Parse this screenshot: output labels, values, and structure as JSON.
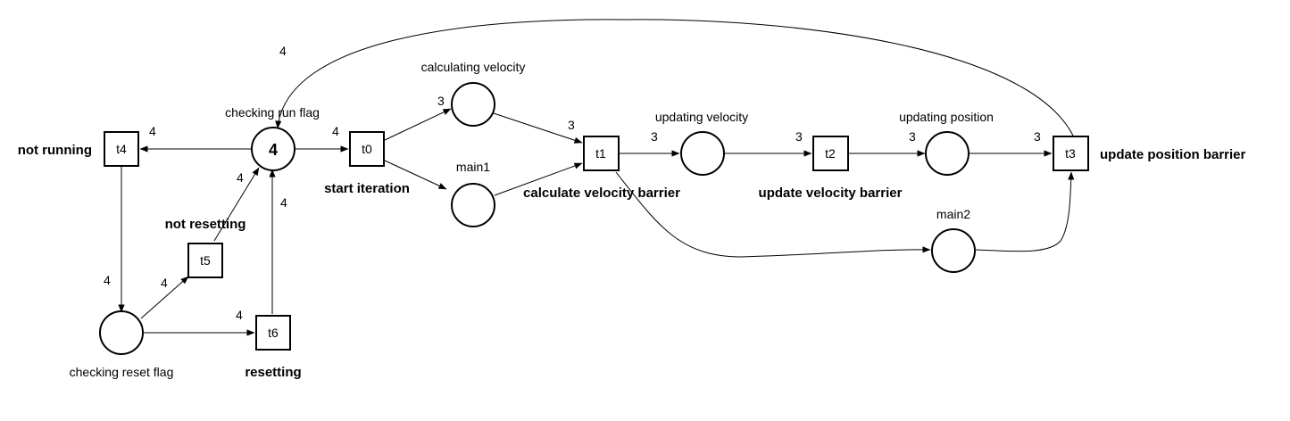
{
  "places": [
    {
      "id": "checking_run_flag",
      "label": "checking run flag",
      "tokens": "4"
    },
    {
      "id": "calculating_velocity",
      "label": "calculating velocity"
    },
    {
      "id": "main1",
      "label": "main1"
    },
    {
      "id": "updating_velocity",
      "label": "updating velocity"
    },
    {
      "id": "updating_position",
      "label": "updating position"
    },
    {
      "id": "main2",
      "label": "main2"
    },
    {
      "id": "checking_reset_flag",
      "label": "checking reset flag"
    }
  ],
  "transitions": [
    {
      "id": "t0",
      "label": "t0",
      "caption": "start iteration"
    },
    {
      "id": "t1",
      "label": "t1",
      "caption": "calculate velocity barrier"
    },
    {
      "id": "t2",
      "label": "t2",
      "caption": "update velocity barrier"
    },
    {
      "id": "t3",
      "label": "t3",
      "caption": "update position barrier"
    },
    {
      "id": "t4",
      "label": "t4",
      "caption": "not running"
    },
    {
      "id": "t5",
      "label": "t5",
      "caption": "not resetting"
    },
    {
      "id": "t6",
      "label": "t6",
      "caption": "resetting"
    }
  ],
  "arcs": [
    {
      "from": "checking_run_flag",
      "to": "t0",
      "weight": "4"
    },
    {
      "from": "t0",
      "to": "calculating_velocity",
      "weight": "3"
    },
    {
      "from": "t0",
      "to": "main1",
      "weight": ""
    },
    {
      "from": "calculating_velocity",
      "to": "t1",
      "weight": "3"
    },
    {
      "from": "main1",
      "to": "t1",
      "weight": ""
    },
    {
      "from": "t1",
      "to": "updating_velocity",
      "weight": "3"
    },
    {
      "from": "t1",
      "to": "main2",
      "weight": ""
    },
    {
      "from": "updating_velocity",
      "to": "t2",
      "weight": "3"
    },
    {
      "from": "t2",
      "to": "updating_position",
      "weight": "3"
    },
    {
      "from": "updating_position",
      "to": "t3",
      "weight": "3"
    },
    {
      "from": "main2",
      "to": "t3",
      "weight": ""
    },
    {
      "from": "t3",
      "to": "checking_run_flag",
      "weight": "4"
    },
    {
      "from": "checking_run_flag",
      "to": "t4",
      "weight": "4"
    },
    {
      "from": "t4",
      "to": "checking_reset_flag",
      "weight": "4"
    },
    {
      "from": "checking_reset_flag",
      "to": "t5",
      "weight": "4"
    },
    {
      "from": "t5",
      "to": "checking_run_flag",
      "weight": "4"
    },
    {
      "from": "checking_reset_flag",
      "to": "t6",
      "weight": "4"
    },
    {
      "from": "t6",
      "to": "checking_run_flag",
      "weight": "4"
    }
  ]
}
